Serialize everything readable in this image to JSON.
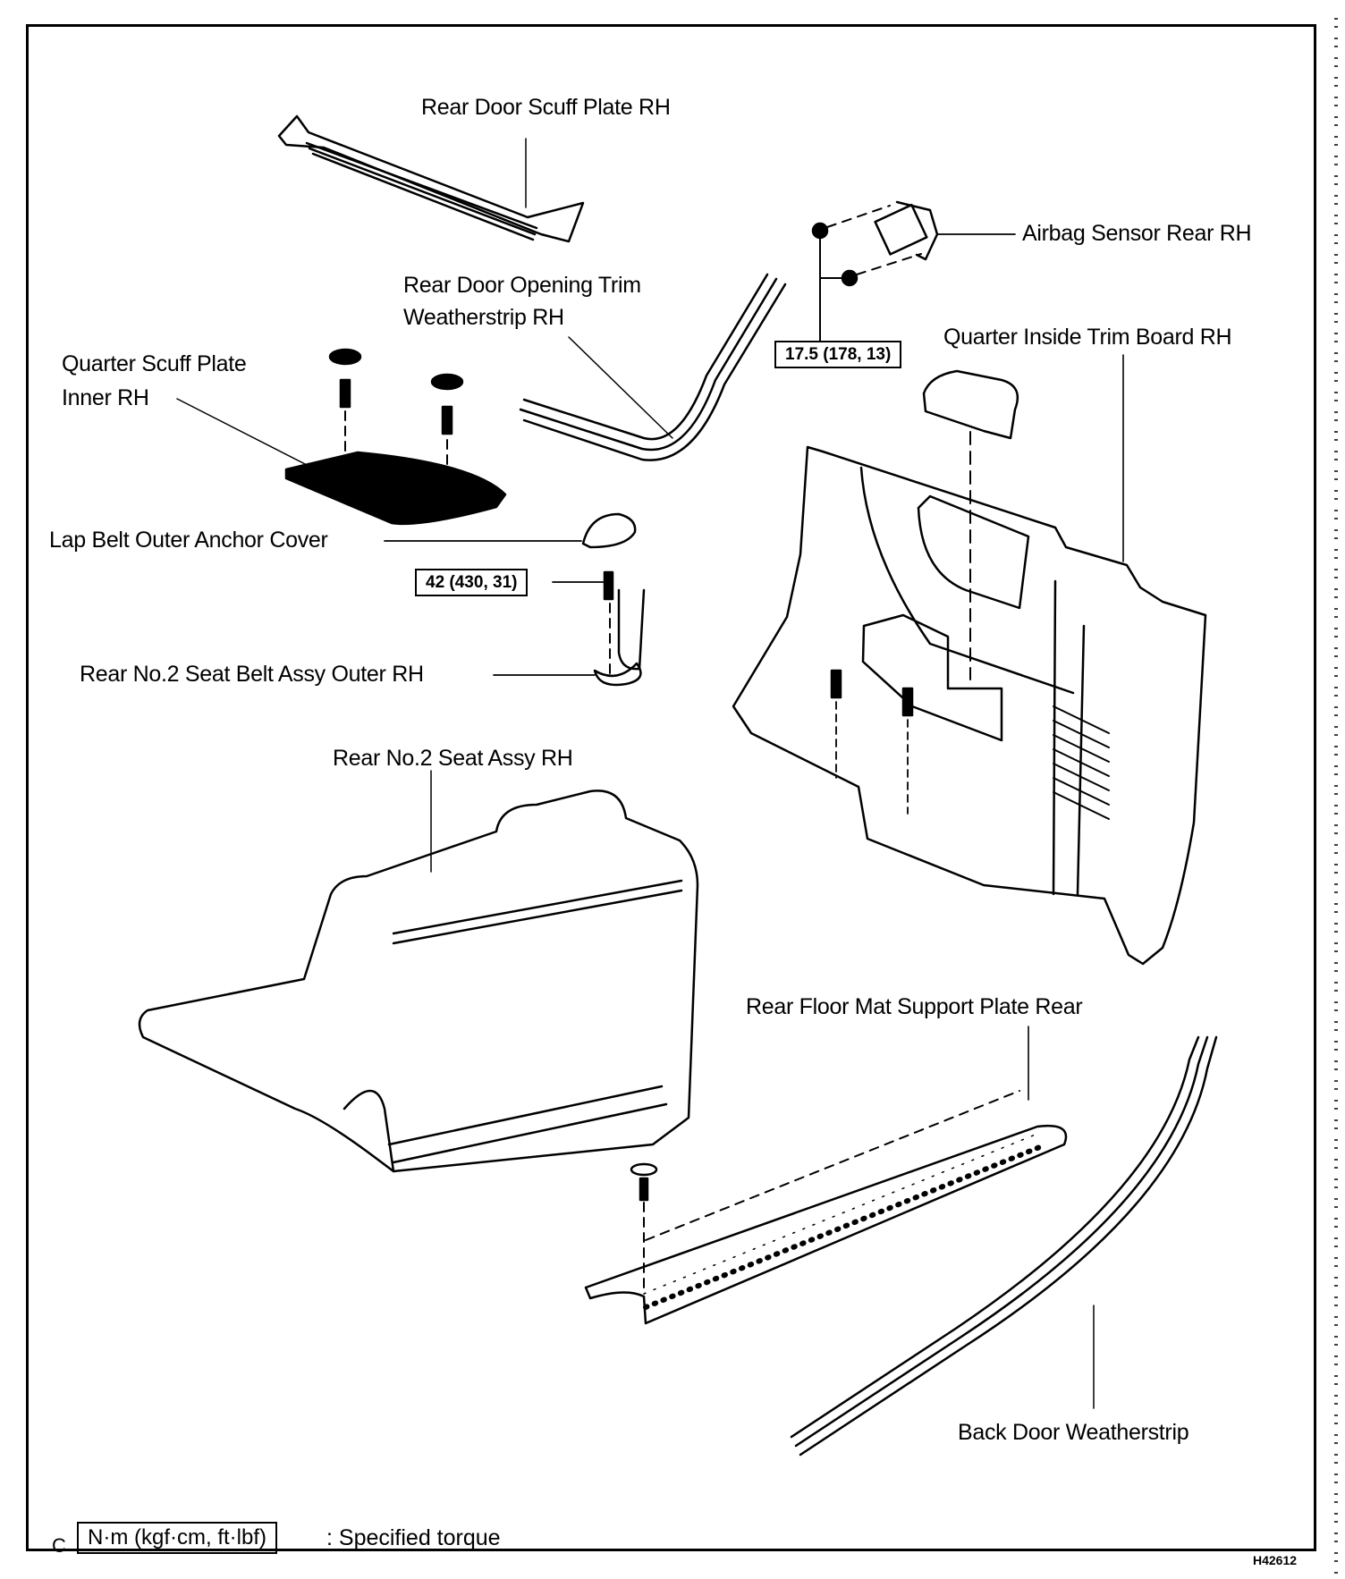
{
  "diagram": {
    "corner_letter": "C",
    "figure_code": "H42612",
    "legend": {
      "unit_box": "N·m (kgf·cm, ft·lbf)",
      "description": ": Specified torque"
    },
    "parts": [
      {
        "id": "rear-door-scuff-plate",
        "label": "Rear Door Scuff Plate RH"
      },
      {
        "id": "airbag-sensor-rear",
        "label": "Airbag Sensor Rear RH"
      },
      {
        "id": "rear-door-opening-trim",
        "label_line1": "Rear Door Opening Trim",
        "label_line2": "Weatherstrip RH"
      },
      {
        "id": "quarter-scuff-plate",
        "label_line1": "Quarter Scuff Plate",
        "label_line2": "Inner RH"
      },
      {
        "id": "quarter-inside-trim-board",
        "label": "Quarter Inside Trim Board RH"
      },
      {
        "id": "lap-belt-cover",
        "label": "Lap Belt Outer Anchor Cover"
      },
      {
        "id": "seat-belt-assy",
        "label": "Rear No.2 Seat Belt Assy Outer RH"
      },
      {
        "id": "seat-assy",
        "label": "Rear No.2 Seat Assy RH"
      },
      {
        "id": "floor-mat-support",
        "label": "Rear Floor Mat Support Plate Rear"
      },
      {
        "id": "back-door-weatherstrip",
        "label": "Back Door Weatherstrip"
      }
    ],
    "torque_specs": [
      {
        "id": "airbag-sensor-nuts",
        "value": "17.5 (178, 13)"
      },
      {
        "id": "seat-belt-bolt",
        "value": "42 (430, 31)"
      }
    ]
  }
}
